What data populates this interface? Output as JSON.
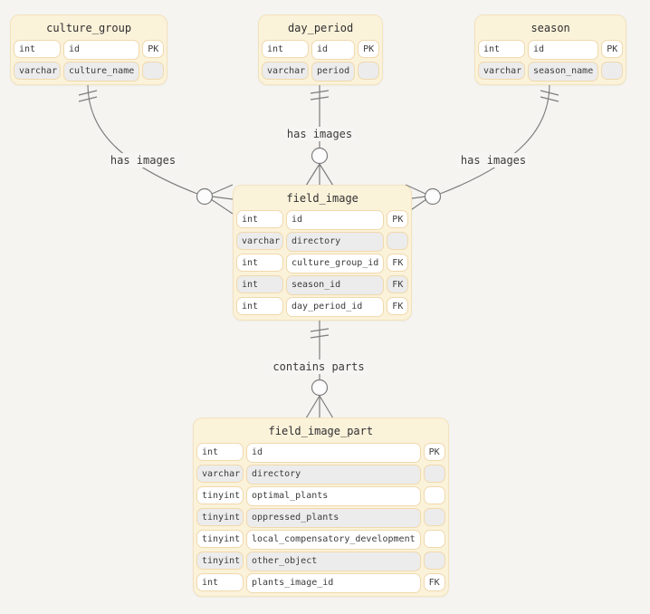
{
  "colors": {
    "page_bg": "#f5f4f1",
    "table_bg": "#fbf2da",
    "table_border": "#f3e2bd",
    "cell_border": "#f0d9ad",
    "cell_bg": "#ffffff",
    "cell_alt_bg": "#ececec",
    "line_color": "#7d7d7d",
    "text_color": "#3b3b3b"
  },
  "tables": [
    {
      "title": "culture_group",
      "rows": [
        {
          "type": "int",
          "name": "id",
          "key": "PK"
        },
        {
          "type": "varchar",
          "name": "culture_name",
          "key": ""
        }
      ]
    },
    {
      "title": "day_period",
      "rows": [
        {
          "type": "int",
          "name": "id",
          "key": "PK"
        },
        {
          "type": "varchar",
          "name": "period",
          "key": ""
        }
      ]
    },
    {
      "title": "season",
      "rows": [
        {
          "type": "int",
          "name": "id",
          "key": "PK"
        },
        {
          "type": "varchar",
          "name": "season_name",
          "key": ""
        }
      ]
    },
    {
      "title": "field_image",
      "rows": [
        {
          "type": "int",
          "name": "id",
          "key": "PK"
        },
        {
          "type": "varchar",
          "name": "directory",
          "key": ""
        },
        {
          "type": "int",
          "name": "culture_group_id",
          "key": "FK"
        },
        {
          "type": "int",
          "name": "season_id",
          "key": "FK"
        },
        {
          "type": "int",
          "name": "day_period_id",
          "key": "FK"
        }
      ]
    },
    {
      "title": "field_image_part",
      "rows": [
        {
          "type": "int",
          "name": "id",
          "key": "PK"
        },
        {
          "type": "varchar",
          "name": "directory",
          "key": ""
        },
        {
          "type": "tinyint",
          "name": "optimal_plants",
          "key": ""
        },
        {
          "type": "tinyint",
          "name": "oppressed_plants",
          "key": ""
        },
        {
          "type": "tinyint",
          "name": "local_compensatory_development",
          "key": ""
        },
        {
          "type": "tinyint",
          "name": "other_object",
          "key": ""
        },
        {
          "type": "int",
          "name": "plants_image_id",
          "key": "FK"
        }
      ]
    }
  ],
  "relationships": [
    {
      "from": "culture_group",
      "to": "field_image",
      "label": "has images",
      "cardinality": "one-to-zero-or-many"
    },
    {
      "from": "day_period",
      "to": "field_image",
      "label": "has images",
      "cardinality": "one-to-zero-or-many"
    },
    {
      "from": "season",
      "to": "field_image",
      "label": "has images",
      "cardinality": "one-to-zero-or-many"
    },
    {
      "from": "field_image",
      "to": "field_image_part",
      "label": "contains parts",
      "cardinality": "one-to-zero-or-many"
    }
  ]
}
